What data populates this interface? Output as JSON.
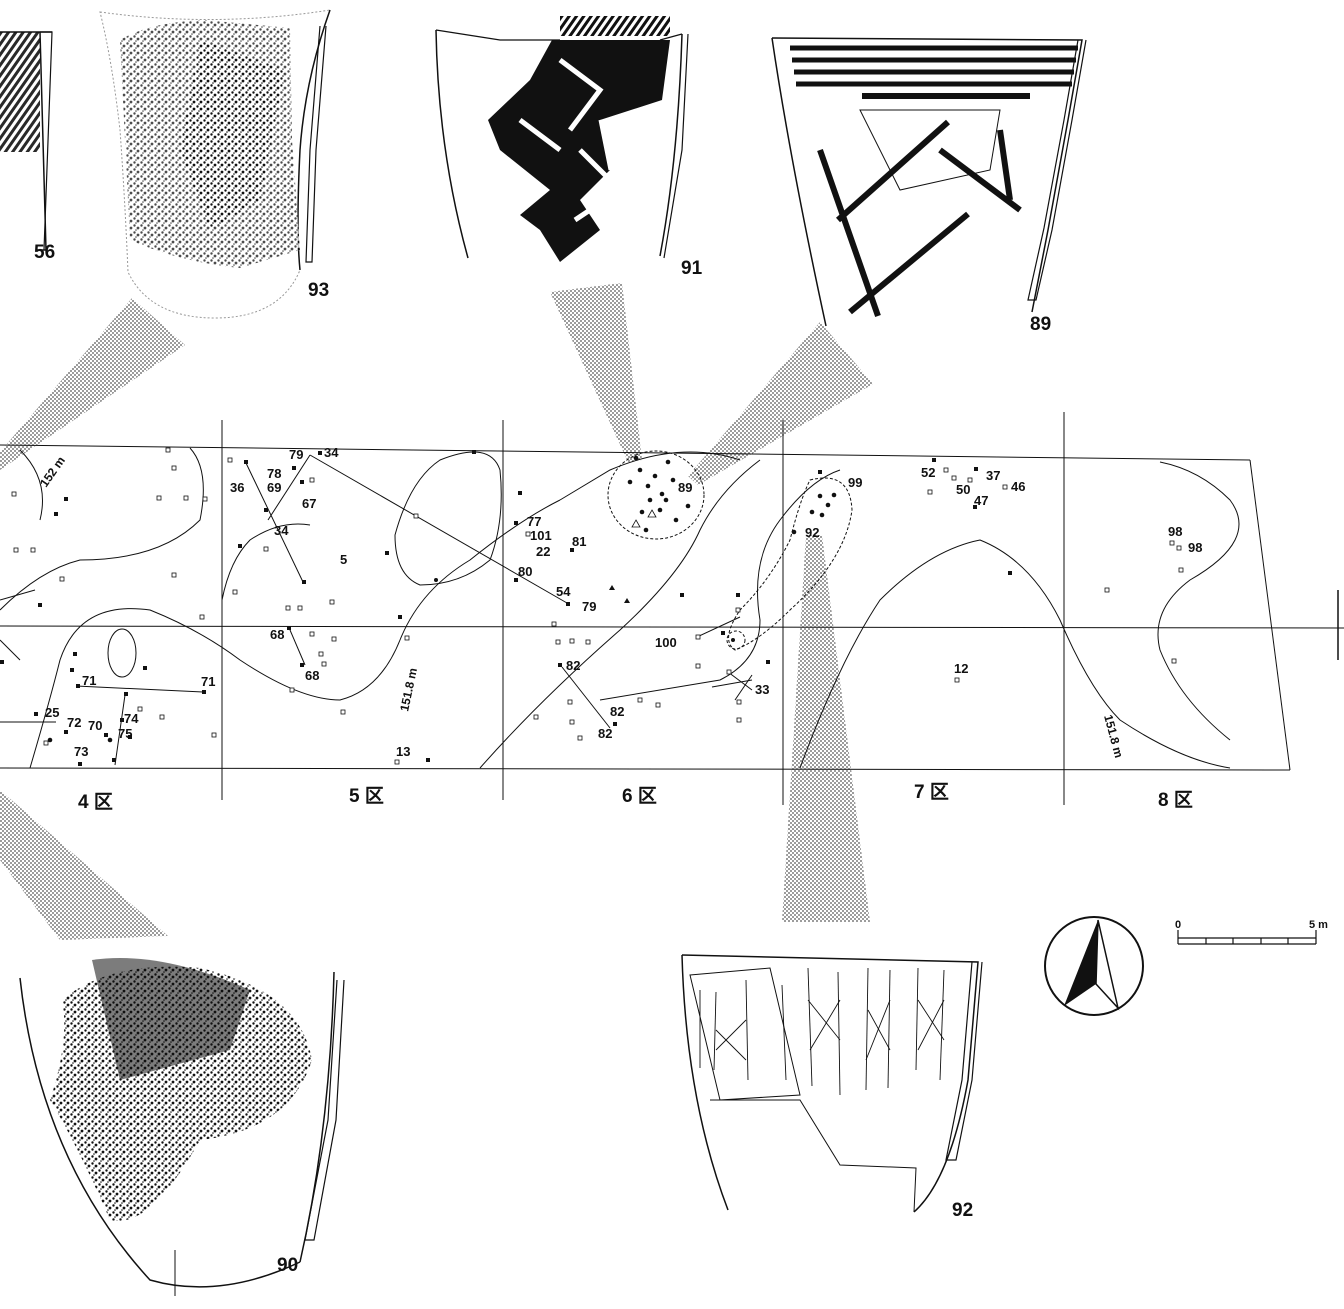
{
  "vessels": [
    {
      "id": "vessel-56",
      "label": "56"
    },
    {
      "id": "vessel-93",
      "label": "93"
    },
    {
      "id": "vessel-91",
      "label": "91"
    },
    {
      "id": "vessel-89",
      "label": "89"
    },
    {
      "id": "vessel-90",
      "label": "90"
    },
    {
      "id": "vessel-92",
      "label": "92"
    }
  ],
  "zones": [
    "4 区",
    "5 区",
    "6 区",
    "7 区",
    "8 区"
  ],
  "contours": [
    "152 m",
    "151.8 m",
    "151.8 m"
  ],
  "find_labels": [
    "79",
    "34",
    "78",
    "69",
    "36",
    "67",
    "34",
    "5",
    "68",
    "68",
    "71",
    "71",
    "25",
    "72",
    "70",
    "74",
    "75",
    "73",
    "13",
    "77",
    "101",
    "22",
    "81",
    "80",
    "54",
    "79",
    "89",
    "82",
    "82",
    "82",
    "100",
    "33",
    "99",
    "92",
    "52",
    "37",
    "50",
    "47",
    "46",
    "12",
    "98",
    "98"
  ],
  "scale": {
    "start": "0",
    "end": "5 m"
  },
  "north_arrow": "north"
}
